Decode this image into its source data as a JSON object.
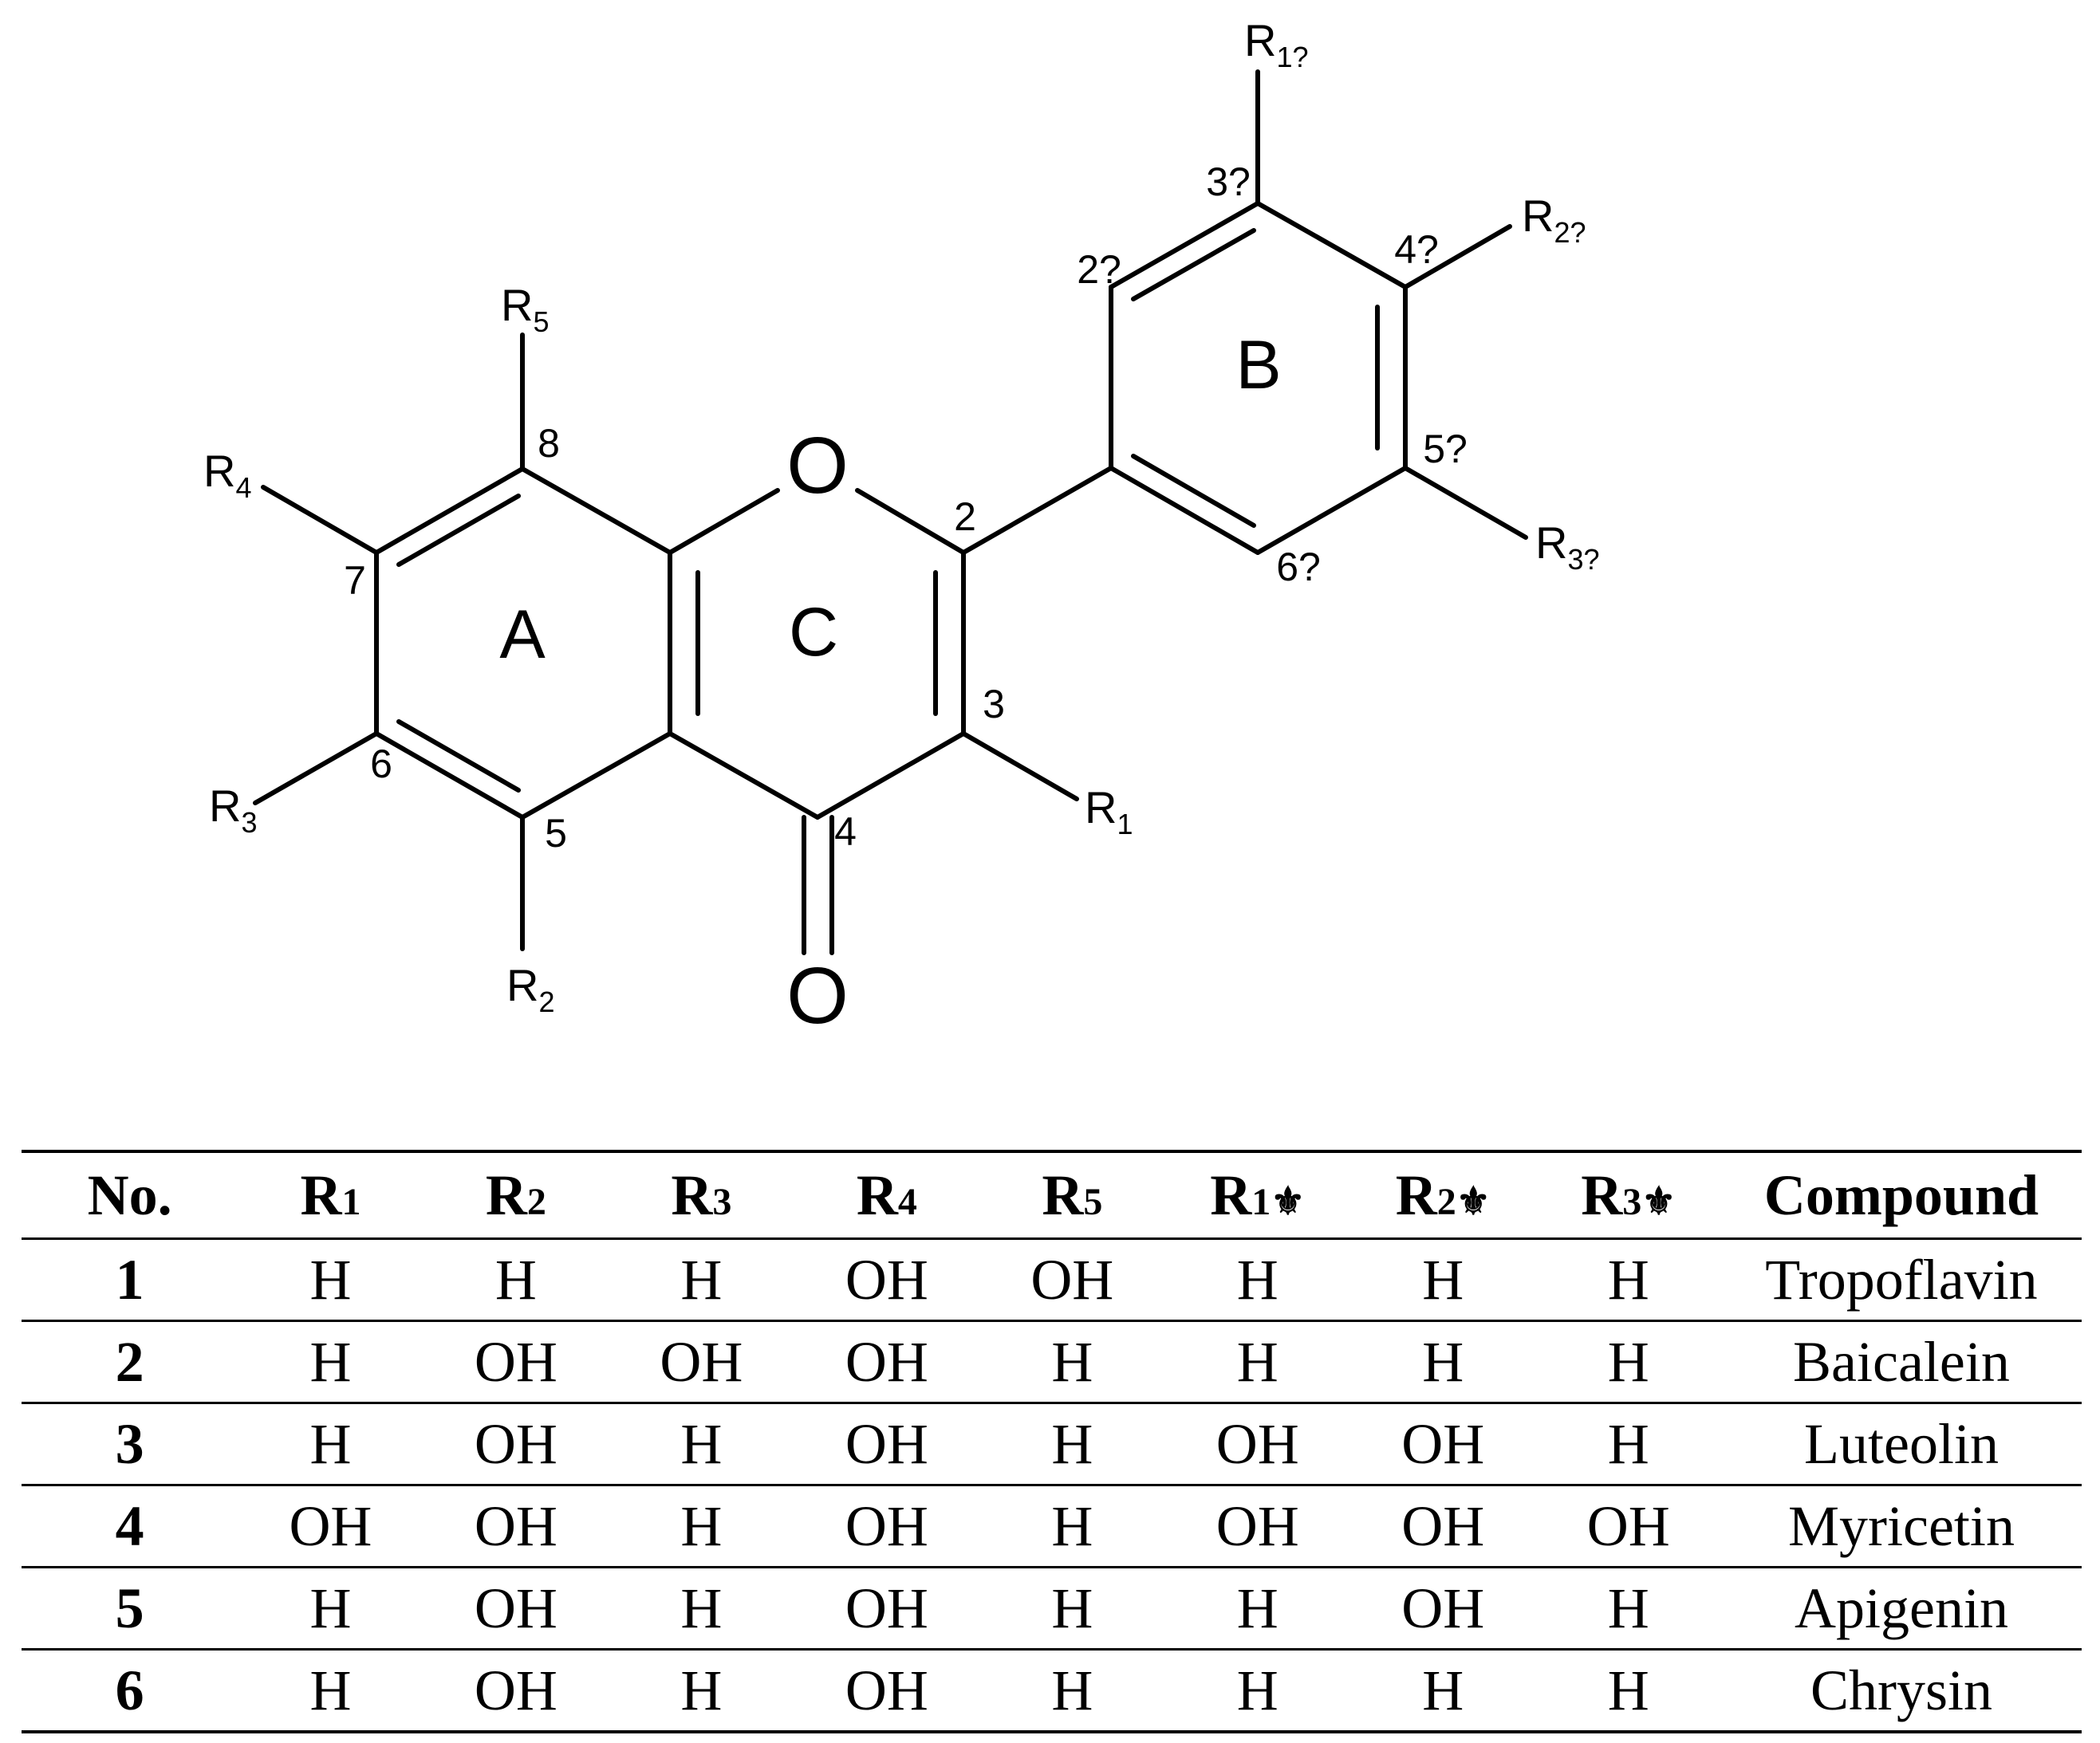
{
  "structure": {
    "ring_labels": {
      "A": "A",
      "B": "B",
      "C": "C"
    },
    "atoms": {
      "ring_oxygen": "O",
      "carbonyl_oxygen": "O"
    },
    "positions": {
      "p2": "2",
      "p3": "3",
      "p4": "4",
      "p5": "5",
      "p6": "6",
      "p7": "7",
      "p8": "8",
      "p2p": "2?",
      "p3p": "3?",
      "p4p": "4?",
      "p5p": "5?",
      "p6p": "6?"
    },
    "substituents": {
      "r1": {
        "base": "R",
        "sub": "1"
      },
      "r2": {
        "base": "R",
        "sub": "2"
      },
      "r3": {
        "base": "R",
        "sub": "3"
      },
      "r4": {
        "base": "R",
        "sub": "4"
      },
      "r5": {
        "base": "R",
        "sub": "5"
      },
      "r1p": {
        "base": "R",
        "sub": "1?"
      },
      "r2p": {
        "base": "R",
        "sub": "2?"
      },
      "r3p": {
        "base": "R",
        "sub": "3?"
      }
    }
  },
  "table": {
    "headers": [
      {
        "main": "No.",
        "sub": ""
      },
      {
        "main": "R",
        "sub": "1"
      },
      {
        "main": "R",
        "sub": "2"
      },
      {
        "main": "R",
        "sub": "3"
      },
      {
        "main": "R",
        "sub": "4"
      },
      {
        "main": "R",
        "sub": "5"
      },
      {
        "main": "R",
        "sub": "1⚜"
      },
      {
        "main": "R",
        "sub": "2⚜"
      },
      {
        "main": "R",
        "sub": "3⚜"
      },
      {
        "main": "Compound",
        "sub": ""
      }
    ],
    "rows": [
      [
        "1",
        "H",
        "H",
        "H",
        "OH",
        "OH",
        "H",
        "H",
        "H",
        "Tropoflavin"
      ],
      [
        "2",
        "H",
        "OH",
        "OH",
        "OH",
        "H",
        "H",
        "H",
        "H",
        "Baicalein"
      ],
      [
        "3",
        "H",
        "OH",
        "H",
        "OH",
        "H",
        "OH",
        "OH",
        "H",
        "Luteolin"
      ],
      [
        "4",
        "OH",
        "OH",
        "H",
        "OH",
        "H",
        "OH",
        "OH",
        "OH",
        "Myricetin"
      ],
      [
        "5",
        "H",
        "OH",
        "H",
        "OH",
        "H",
        "H",
        "OH",
        "H",
        "Apigenin"
      ],
      [
        "6",
        "H",
        "OH",
        "H",
        "OH",
        "H",
        "H",
        "H",
        "H",
        "Chrysin"
      ]
    ]
  }
}
